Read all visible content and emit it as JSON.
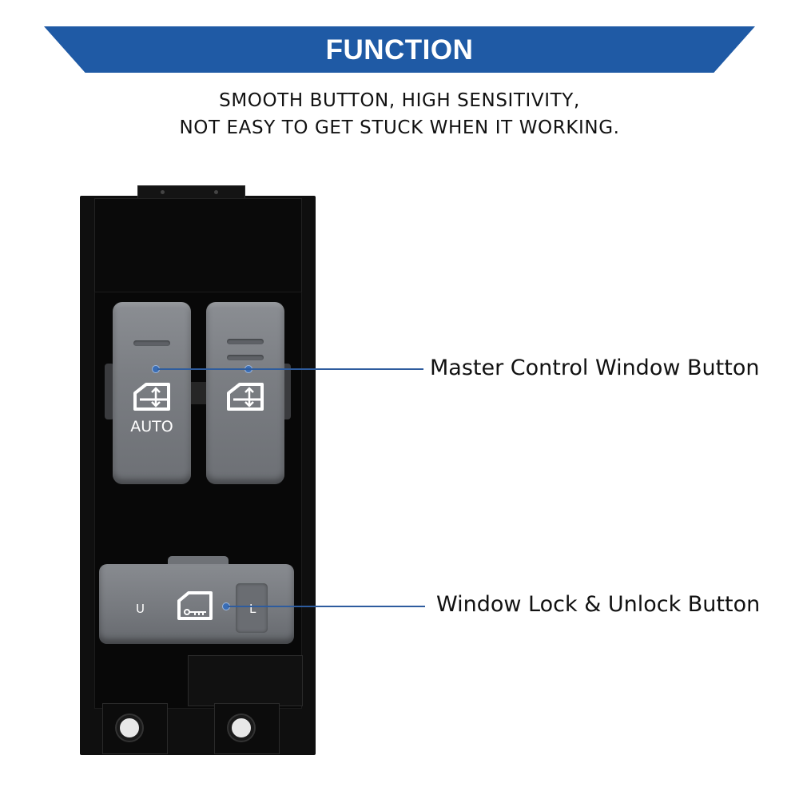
{
  "header": {
    "title": "FUNCTION",
    "subtitle_line1": "SMOOTH BUTTON, HIGH SENSITIVITY,",
    "subtitle_line2": "NOT EASY TO GET STUCK WHEN IT WORKING."
  },
  "switch": {
    "auto_label": "AUTO",
    "lock_left_letter": "U",
    "lock_right_letter": "L"
  },
  "callouts": {
    "master_control": "Master Control Window Button",
    "window_lock": "Window Lock & Unlock Button"
  },
  "colors": {
    "banner": "#1f5aa5",
    "callout_line": "#2e5c9e",
    "button_gray": "#7b7e83",
    "switch_body": "#0f0f0f"
  }
}
